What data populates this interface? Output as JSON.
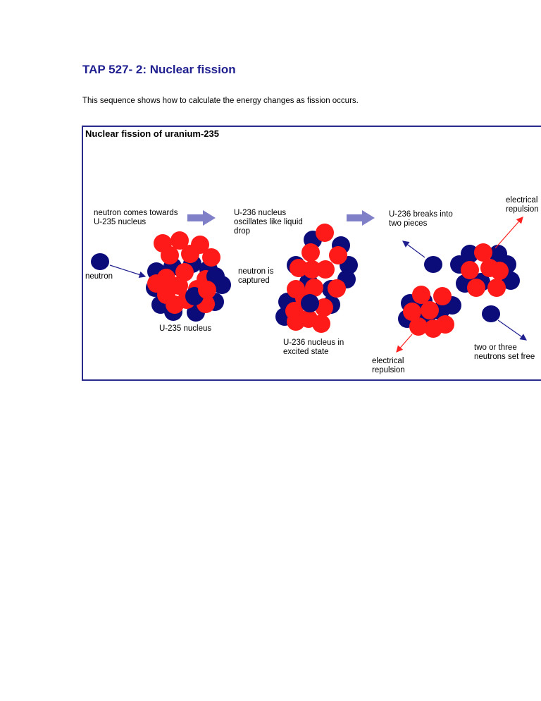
{
  "doc": {
    "title": "TAP 527- 2: Nuclear fission",
    "intro": "This sequence shows how to calculate the energy changes as fission occurs."
  },
  "figure": {
    "title": "Nuclear fission of uranium-235",
    "labels": {
      "neutron_comes": [
        "neutron comes towards",
        "U-235 nucleus"
      ],
      "oscillates": [
        "U-236 nucleus",
        "oscillates like liquid",
        "drop"
      ],
      "breaks": [
        "U-236 breaks into",
        "two pieces"
      ],
      "repulsion_top": [
        "electrical",
        "repulsion"
      ],
      "neutron": [
        "neutron"
      ],
      "captured": [
        "neutron is",
        "captured"
      ],
      "u235": [
        "U-235 nucleus"
      ],
      "excited": [
        "U-236 nucleus in",
        "excited state"
      ],
      "repulsion_bottom": [
        "electrical",
        "repulsion"
      ],
      "neutrons_free": [
        "two or three",
        "neutrons set free"
      ]
    },
    "colors": {
      "proton": "#ff1a1a",
      "neutron": "#0b0b7a",
      "step_arrow": "#8080c8",
      "frame": "#2a2a8a",
      "repulsion_arrow": "#ff2020",
      "neutron_arrow": "#1f1f8f"
    }
  }
}
